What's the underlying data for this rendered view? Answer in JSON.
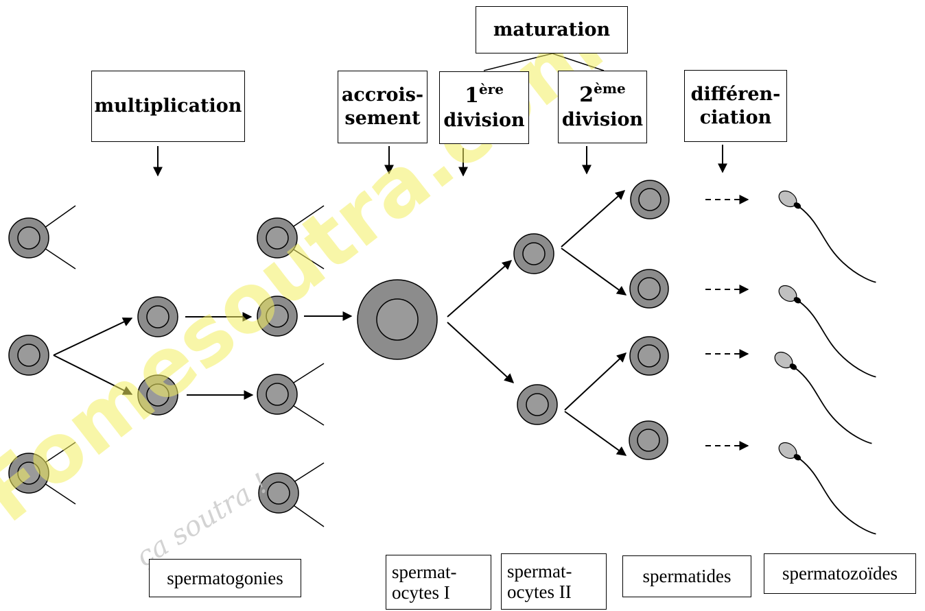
{
  "stages": {
    "maturation": "maturation",
    "multiplication": "multiplication",
    "accroissement_1": "accrois-",
    "accroissement_2": "sement",
    "division1_num": "1",
    "division1_sup": "ère",
    "division1_word": "division",
    "division2_num": "2",
    "division2_sup": "ème",
    "division2_word": "division",
    "differenciation_1": "différen-",
    "differenciation_2": "ciation"
  },
  "cells": {
    "spermatogonies": "spermatogonies",
    "spermatocytes1_a": "spermat-",
    "spermatocytes1_b": "ocytes I",
    "spermatocytes2_a": "spermat-",
    "spermatocytes2_b": "ocytes II",
    "spermatides": "spermatides",
    "spermatozoides": "spermatozoïdes"
  },
  "watermark": {
    "main": "Fomesoutra.com",
    "sub": "ça soutra !"
  },
  "colors": {
    "cell_fill": "#8c8c8c",
    "nucleus_fill": "#9a9a9a",
    "stroke": "#000000",
    "sperm_head": "#c0c0c0",
    "watermark": "#f4ef62"
  }
}
